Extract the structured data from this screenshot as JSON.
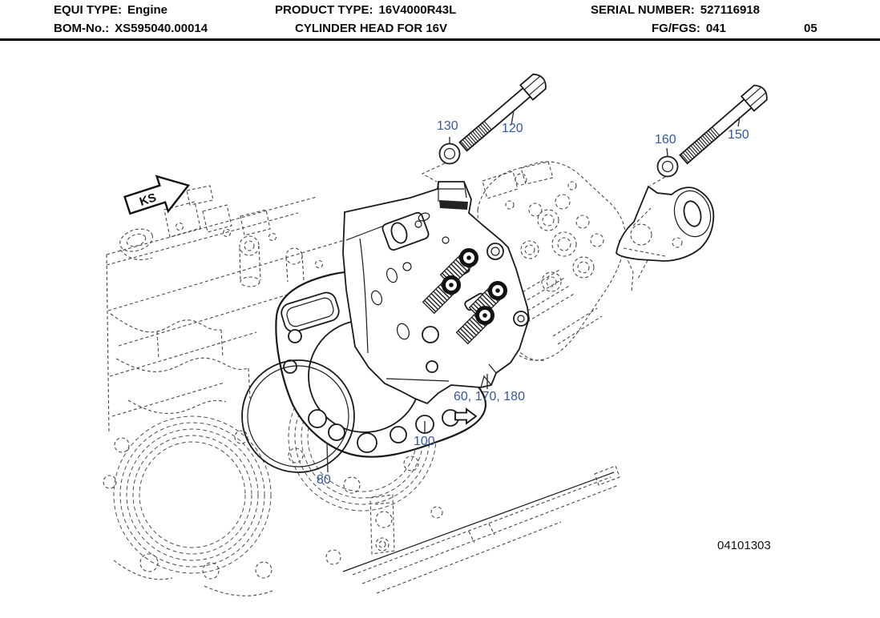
{
  "header": {
    "equi_type": {
      "label": "EQUI TYPE:",
      "value": "Engine"
    },
    "product_type": {
      "label": "PRODUCT TYPE:",
      "value": "16V4000R43L"
    },
    "serial_number": {
      "label": "SERIAL NUMBER:",
      "value": "527116918"
    },
    "bom_no": {
      "label": "BOM-No.:",
      "value": "XS595040.00014"
    },
    "title": "CYLINDER HEAD FOR 16V",
    "fg_fgs": {
      "label": "FG/FGS:",
      "value": "041"
    },
    "sheet": "05"
  },
  "diagram": {
    "view_marker": "KS",
    "drawing_number": "04101303",
    "callout_color": "#35589f",
    "callouts": [
      {
        "label": "130"
      },
      {
        "label": "120"
      },
      {
        "label": "160"
      },
      {
        "label": "150"
      },
      {
        "label": "60, 170, 180"
      },
      {
        "label": "100"
      },
      {
        "label": "80"
      }
    ]
  }
}
